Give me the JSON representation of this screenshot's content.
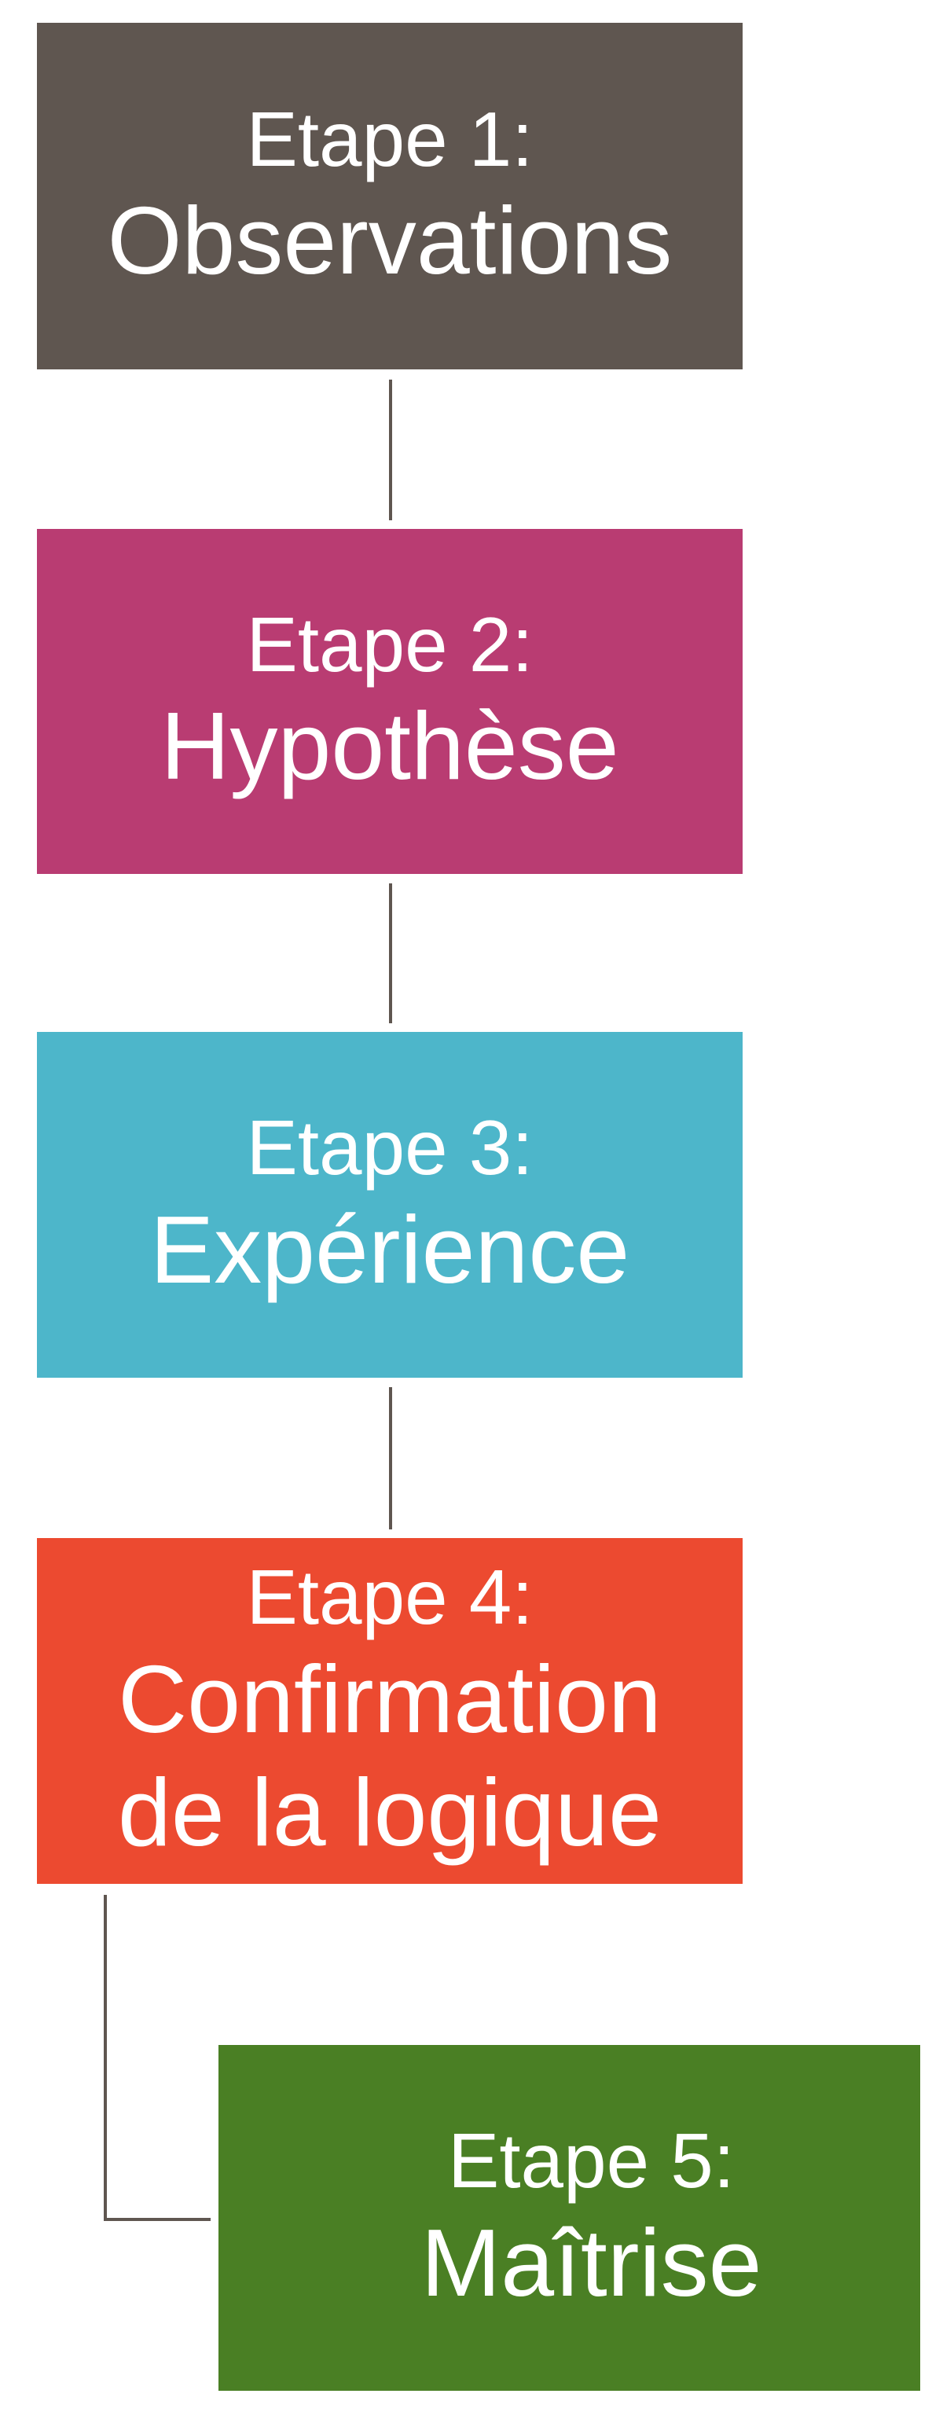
{
  "colors": {
    "connector": "#5f5650"
  },
  "steps": [
    {
      "label": "Etape 1:",
      "title": "Observations",
      "color": "#5f5650"
    },
    {
      "label": "Etape 2:",
      "title": "Hypothèse",
      "color": "#b93c72"
    },
    {
      "label": "Etape 3:",
      "title": "Expérience",
      "color": "#4db6ca"
    },
    {
      "label": "Etape 4:",
      "title": "Confirmation\nde la logique",
      "color": "#ec4a30"
    },
    {
      "label": "Etape 5:",
      "title": "Maîtrise",
      "color": "#4a7f24"
    }
  ]
}
